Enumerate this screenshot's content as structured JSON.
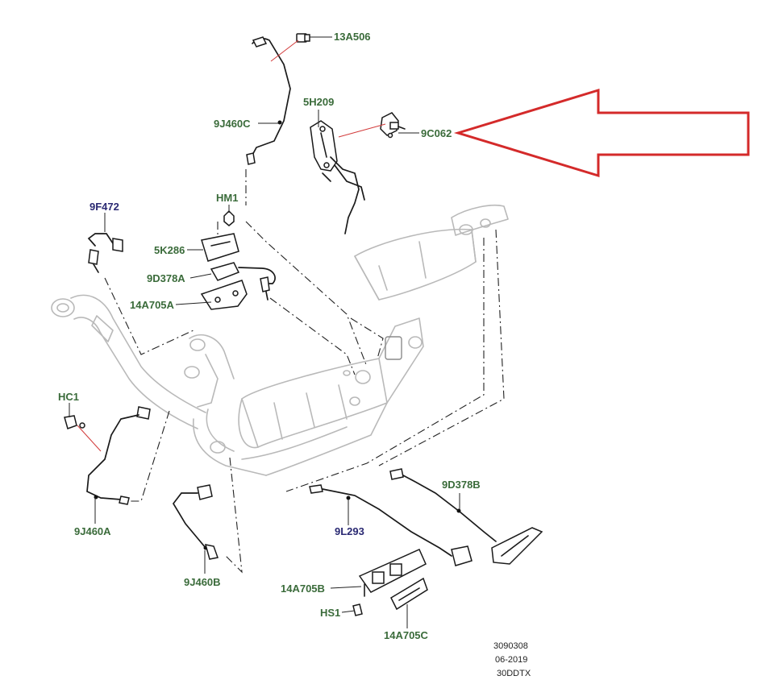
{
  "colors": {
    "label_green": "#3a6b3a",
    "label_navy": "#2b2a73",
    "arrow_red": "#d42a2a"
  },
  "labels": {
    "13A506": "13A506",
    "5H209": "5H209",
    "9J460C": "9J460C",
    "9C062": "9C062",
    "HM1": "HM1",
    "9F472": "9F472",
    "5K286": "5K286",
    "9D378A": "9D378A",
    "14A705A": "14A705A",
    "HC1": "HC1",
    "9J460A": "9J460A",
    "9D378B": "9D378B",
    "9L293": "9L293",
    "9J460B": "9J460B",
    "14A705B": "14A705B",
    "HS1": "HS1",
    "14A705C": "14A705C"
  },
  "footer": {
    "code": "3090308",
    "date": "06-2019",
    "engine": "30DDTX"
  }
}
